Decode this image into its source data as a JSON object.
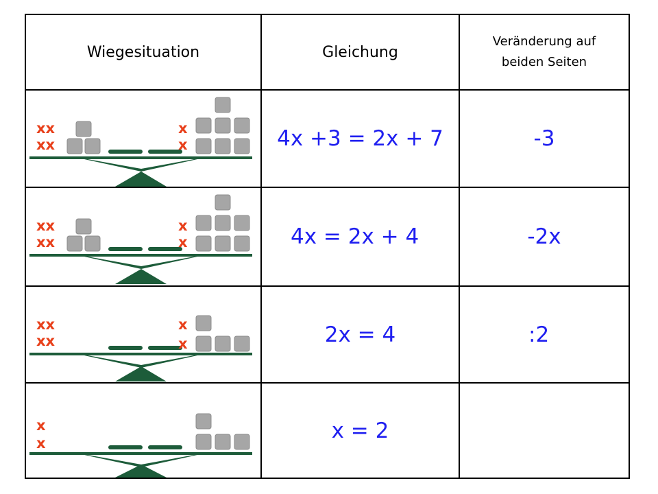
{
  "header": {
    "col1": "Wiegesituation",
    "col2": "Gleichung",
    "col3_line1": "Veränderung auf",
    "col3_line2": "beiden Seiten"
  },
  "rows": [
    {
      "equation": "4x +3 = 2x + 7",
      "operation": "-3",
      "left_x": [
        "xx",
        "xx"
      ],
      "right_x": [
        "x",
        "x"
      ],
      "left_weights": 3,
      "right_weights": 7
    },
    {
      "equation": "4x = 2x + 4",
      "operation": "-2x",
      "left_x": [
        "xx",
        "xx"
      ],
      "right_x": [
        "x",
        "x"
      ],
      "left_weights": 3,
      "right_weights": 7
    },
    {
      "equation": "2x = 4",
      "operation": ":2",
      "left_x": [
        "xx",
        "xx"
      ],
      "right_x": [
        "x",
        "x"
      ],
      "left_weights": 0,
      "right_weights": 4
    },
    {
      "equation": "x = 2",
      "operation": "",
      "left_x": [
        "x",
        "x"
      ],
      "right_x": [],
      "left_weights": 0,
      "right_weights": 4
    }
  ],
  "colors": {
    "equation_text": "#1f1ff0",
    "unknown_x": "#e8401b",
    "scale_beam": "#1d5c3a",
    "weight": "#a6a6a6"
  }
}
